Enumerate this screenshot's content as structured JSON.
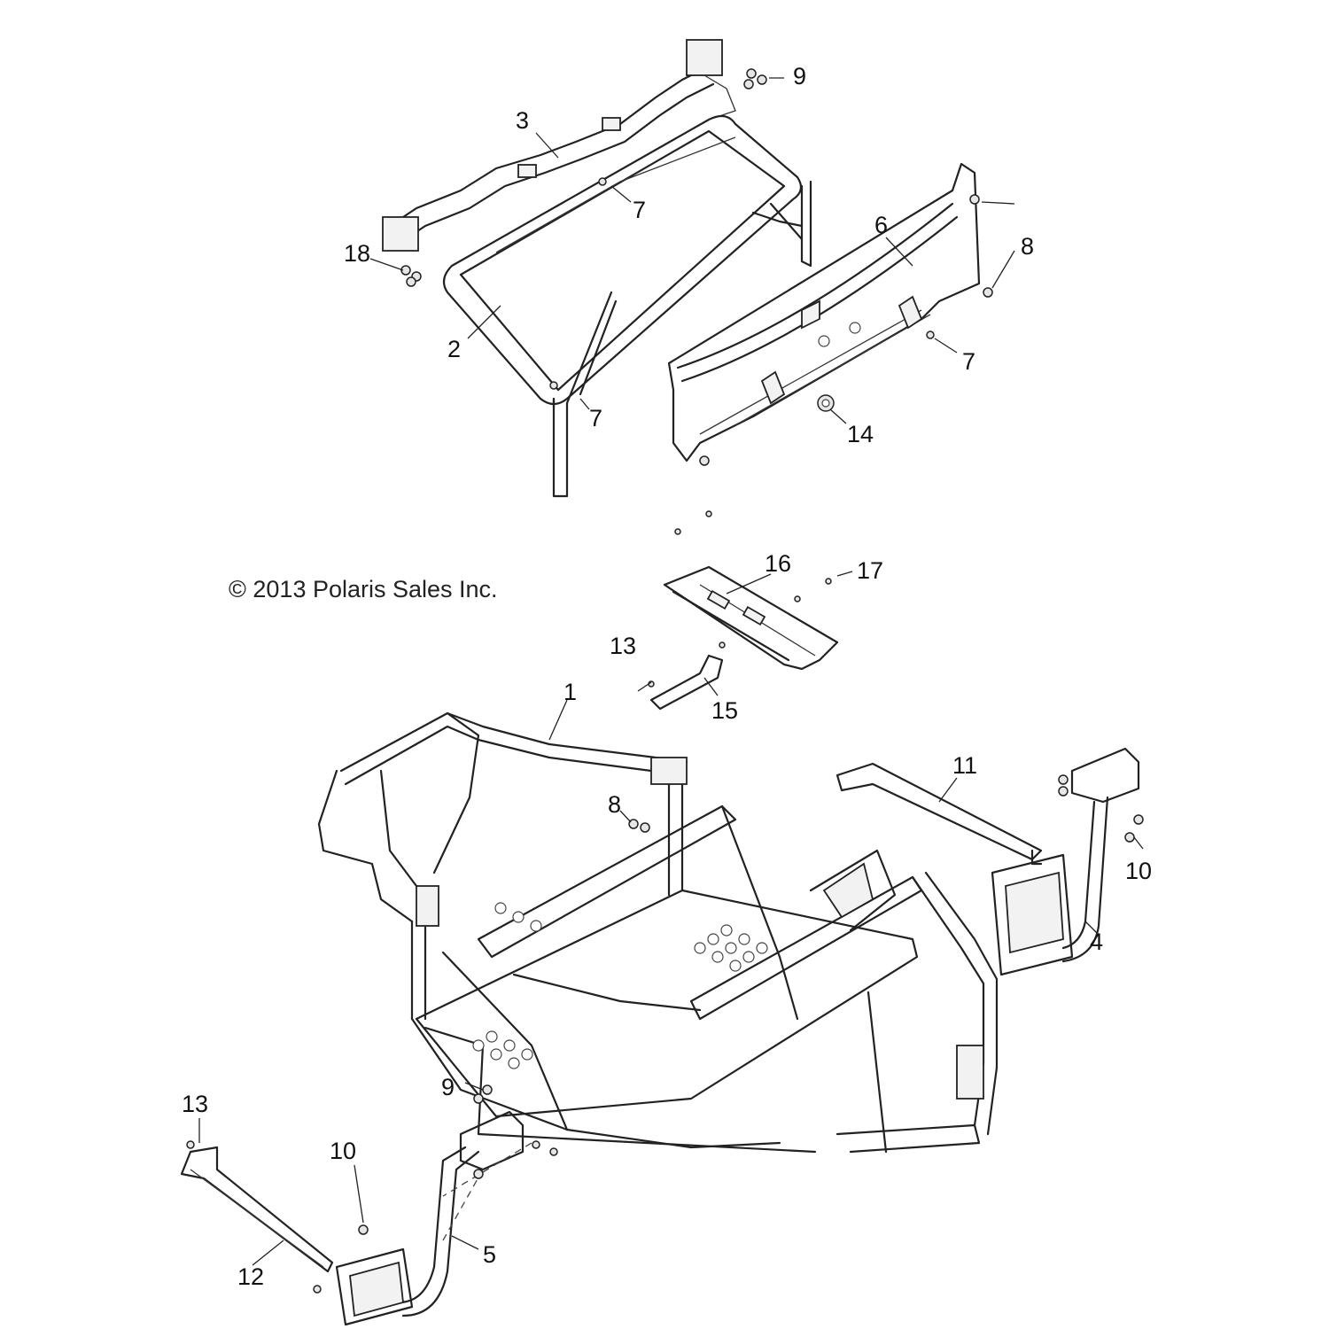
{
  "copyright": "© 2013 Polaris Sales Inc.",
  "callouts": {
    "c1": "1",
    "c2": "2",
    "c3": "3",
    "c4": "4",
    "c5": "5",
    "c6": "6",
    "c7a": "7",
    "c7b": "7",
    "c7c": "7",
    "c8a": "8",
    "c8b": "8",
    "c9a": "9",
    "c9b": "9",
    "c10a": "10",
    "c10b": "10",
    "c11": "11",
    "c12": "12",
    "c13a": "13",
    "c13b": "13",
    "c14": "14",
    "c15": "15",
    "c16": "16",
    "c17": "17",
    "c18": "18"
  }
}
